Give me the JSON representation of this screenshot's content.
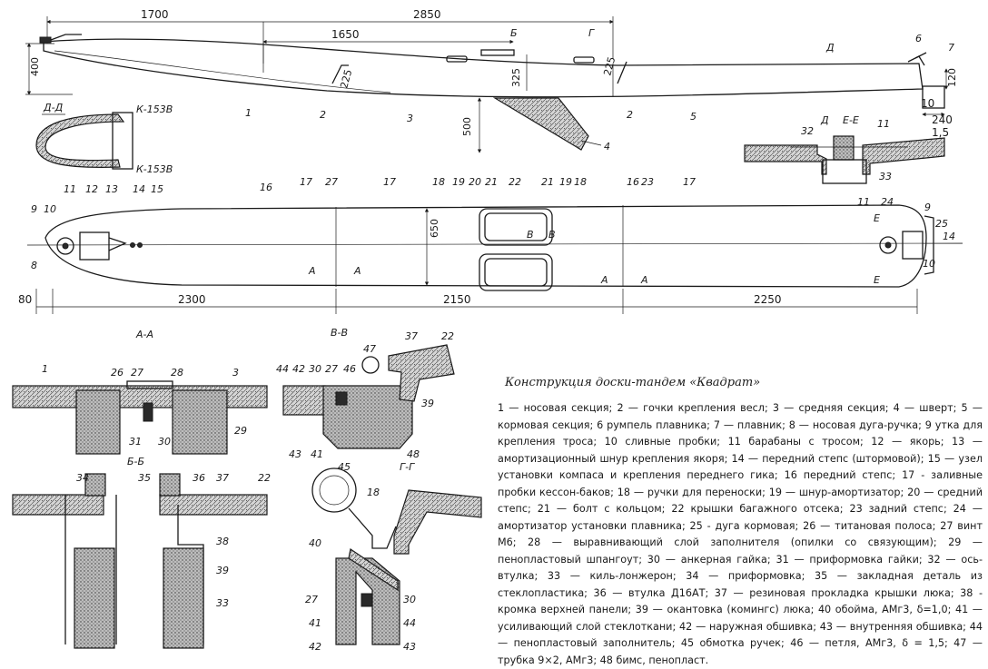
{
  "caption": {
    "title": "Конструкция доски-тандем «Квадрат»",
    "text": "1 — носовая секция; 2 — гочки крепления весл; 3 — средняя секция; 4 — шверт; 5 — кормовая секция; 6 румпель плавника; 7 — плавник; 8 — носовая дуга-ручка; 9 утка для крепления троса; 10 сливные пробки; 11 барабаны с тросом; 12 — якорь; 13 — амортизационный шнур крепления якоря; 14 — передний степс (штормовой); 15 — узел установки компаса и крепления переднего гика; 16 передний степс; 17 - заливные пробки кессон-баков; 18 — ручки для переноски; 19 — шнур-амортизатор; 20 — средний степс; 21 — болт с кольцом; 22 крышки багажного отсека; 23 задний степс; 24 — амортизатор установки плавника; 25 - дуга кормовая; 26 — титановая полоса; 27 винт М6; 28 — выравнивающий слой заполнителя (опилки со связующим); 29 — пенопластовый шпангоут; 30 — анкерная гайка; 31 — приформовка гайки; 32 — ось-втулка; 33 — киль-лонжерон; 34 — приформовка; 35 — закладная деталь из стеклопластика; 36 — втулка Д16АТ; 37 — резиновая прокладка крышки люка; 38 - кромка верхней панели; 39 — окантовка (комингс) люка; 40 обойма, АМг3, δ=1,0; 41 — усиливающий слой стеклоткани; 42 — наружная обшивка; 43 — внутренняя обшивка; 44 — пенопластовый заполнитель; 45 обмотка ручек; 46 — петля, АМг3, δ = 1,5; 47 — трубка 9×2, АМг3; 48 бимс, пенопласт."
  },
  "dims": {
    "d1700": "1700",
    "d2850": "2850",
    "d1650": "1650",
    "d400": "400",
    "d225a": "225",
    "d325": "325",
    "d225b": "225",
    "d500": "500",
    "d120": "120",
    "d10": "10",
    "d240": "240",
    "d15": "1,5",
    "d80": "80",
    "d2300": "2300",
    "d2150": "2150",
    "d2250": "2250",
    "d650": "650"
  },
  "sections": {
    "AA": "А-А",
    "BB": "Б-Б",
    "VV": "В-В",
    "GG": "Г-Г",
    "DD": "Д-Д",
    "EE": "Е-Е",
    "A": "А",
    "B": "Б",
    "V": "В",
    "G": "Г",
    "D": "Д",
    "E": "Е"
  },
  "labels": {
    "k153v_1": "К-153В",
    "k153v_2": "К-153В",
    "n1": "1",
    "n2": "2",
    "n3": "3",
    "n4": "4",
    "n5": "5",
    "n6": "6",
    "n7": "7",
    "n8": "8",
    "n9": "9",
    "n10": "10",
    "n11": "11",
    "n12": "12",
    "n13": "13",
    "n14": "14",
    "n15": "15",
    "n16": "16",
    "n17": "17",
    "n18": "18",
    "n19": "19",
    "n20": "20",
    "n21": "21",
    "n22": "22",
    "n23": "23",
    "n24": "24",
    "n25": "25",
    "n26": "26",
    "n27": "27",
    "n28": "28",
    "n29": "29",
    "n30": "30",
    "n31": "31",
    "n32": "32",
    "n33": "33",
    "n34": "34",
    "n35": "35",
    "n36": "36",
    "n37": "37",
    "n38": "38",
    "n39": "39",
    "n40": "40",
    "n41": "41",
    "n42": "42",
    "n43": "43",
    "n44": "44",
    "n45": "45",
    "n46": "46",
    "n47": "47",
    "n48": "48"
  }
}
